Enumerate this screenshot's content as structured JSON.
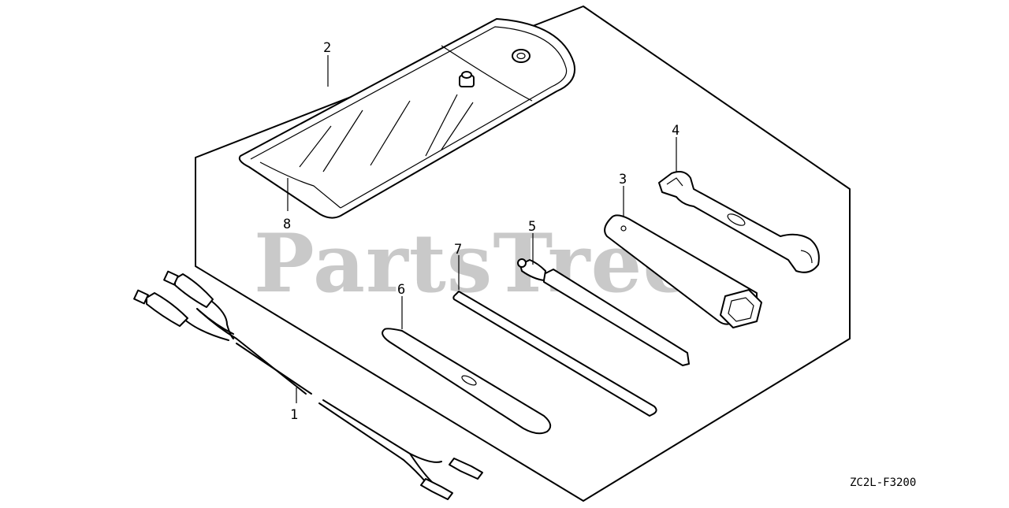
{
  "watermark": "PartsTree",
  "diagram_code": "ZC2L-F3200",
  "callouts": {
    "c1": "1",
    "c2": "2",
    "c3": "3",
    "c4": "4",
    "c5": "5",
    "c6": "6",
    "c7": "7",
    "c8": "8"
  }
}
